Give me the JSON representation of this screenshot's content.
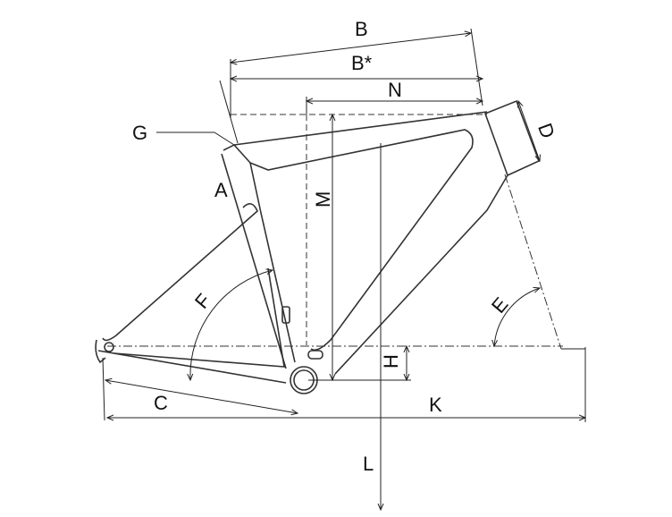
{
  "title": "Bicycle frame geometry",
  "labels": {
    "B": "B",
    "B_star": "B*",
    "N": "N",
    "G": "G",
    "D": "D",
    "A": "A",
    "M": "M",
    "E": "E",
    "F": "F",
    "H": "H",
    "C": "C",
    "K": "K",
    "L": "L"
  },
  "colors": {
    "line": "#333333",
    "background": "#ffffff"
  }
}
